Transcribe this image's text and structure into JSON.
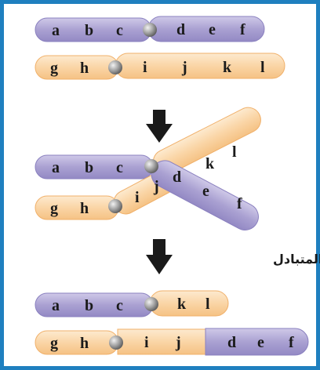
{
  "colors": {
    "purple_arm": "#b3abd6",
    "purple_edge": "#8a80bf",
    "orange_arm": "#fbdcb4",
    "orange_edge": "#f0b06a",
    "centromere": "#8a8a8a",
    "frame": "#1f7fbf",
    "arrow": "#1a1a1a"
  },
  "stage_1": {
    "purple_left": [
      "a",
      "b",
      "c"
    ],
    "purple_right": [
      "d",
      "e",
      "f"
    ],
    "orange_left": [
      "g",
      "h"
    ],
    "orange_right": [
      "i",
      "j",
      "k",
      "l"
    ]
  },
  "stage_2": {
    "purple_left": [
      "a",
      "b",
      "c"
    ],
    "orange_up": [
      "k",
      "l"
    ],
    "purple_down": [
      "d",
      "e",
      "f"
    ],
    "orange_left": [
      "g",
      "h"
    ],
    "orange_short": [
      "i",
      "j"
    ]
  },
  "caption": "الانتقال المتبادل",
  "stage_3": {
    "purple_left": [
      "a",
      "b",
      "c"
    ],
    "orange_right": [
      "k",
      "l"
    ],
    "orange_left": [
      "g",
      "h"
    ],
    "orange_mid": [
      "i",
      "j"
    ],
    "purple_tail": [
      "d",
      "e",
      "f"
    ]
  },
  "icons": {
    "arrow_1": "down-arrow-icon",
    "arrow_2": "down-arrow-icon"
  }
}
